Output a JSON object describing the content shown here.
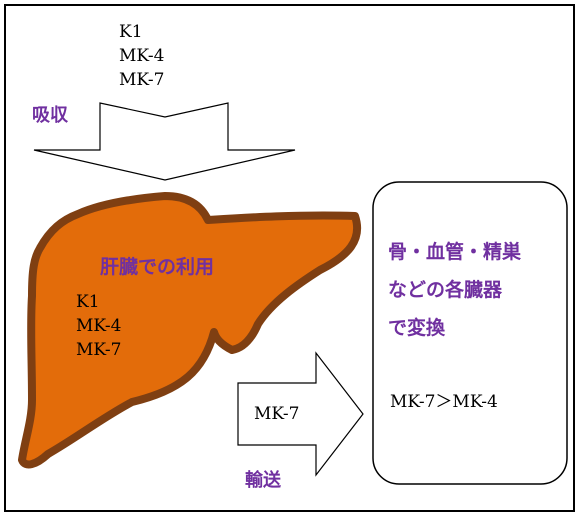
{
  "absorbed_forms": [
    "K1",
    "MK-4",
    "MK-7"
  ],
  "absorption_label": "吸収",
  "liver_label": "肝臓での利用",
  "liver_forms": [
    "K1",
    "MK-4",
    "MK-7"
  ],
  "transport_form": "MK-7",
  "transport_label": "輸送",
  "organs_lines": [
    "骨・血管・精巣",
    "などの各臓器",
    "で変換"
  ],
  "conversion": "MK-7＞MK-4",
  "colors": {
    "liver_fill": "#e36c0a",
    "liver_outline": "#7f3f12",
    "label_text": "#7030a0"
  }
}
